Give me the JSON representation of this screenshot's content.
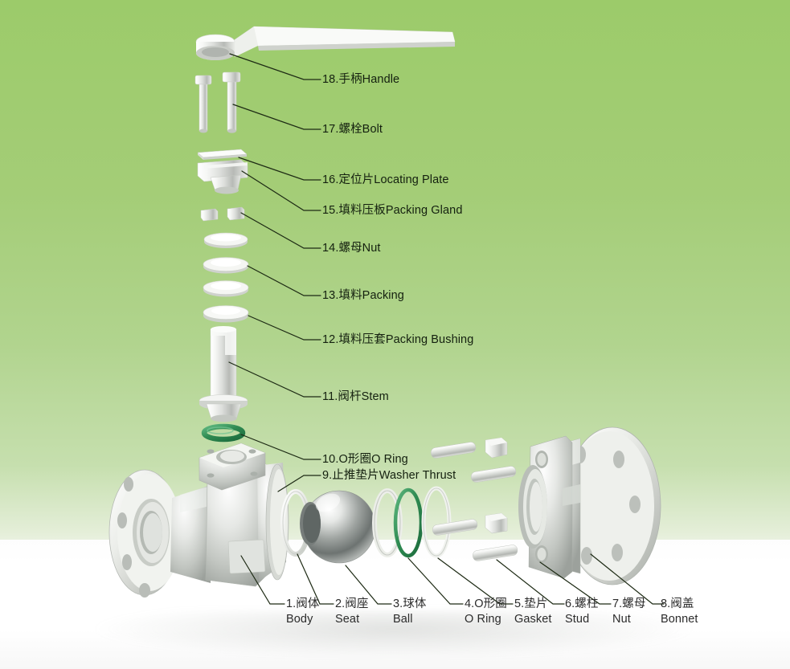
{
  "diagram": {
    "title": "Ball Valve Exploded Assembly Diagram",
    "background_top_color": "#9ccb6a",
    "background_bottom_color": "#ffffff",
    "leader_line_color": "#1d2a14",
    "oring_color": "#2f8b52",
    "metal_color": "#d8dad8"
  },
  "right_labels": [
    {
      "num": "18.",
      "cn": "手柄",
      "en": "Handle"
    },
    {
      "num": "17.",
      "cn": "螺栓",
      "en": "Bolt"
    },
    {
      "num": "16.",
      "cn": "定位片",
      "en": "Locating Plate"
    },
    {
      "num": "15.",
      "cn": "填料压板",
      "en": "Packing Gland"
    },
    {
      "num": "14.",
      "cn": "螺母",
      "en": "Nut"
    },
    {
      "num": "13.",
      "cn": "填料",
      "en": "Packing"
    },
    {
      "num": "12.",
      "cn": "填料压套",
      "en": "Packing Bushing"
    },
    {
      "num": "11.",
      "cn": "阀杆",
      "en": "Stem"
    },
    {
      "num": "10.",
      "cn": "O形圈",
      "en": "O Ring"
    },
    {
      "num": "9.",
      "cn": "止推垫片",
      "en": "Washer Thrust"
    }
  ],
  "bottom_labels": [
    {
      "num": "1.",
      "cn": "阀体",
      "en": "Body"
    },
    {
      "num": "2.",
      "cn": "阀座",
      "en": "Seat"
    },
    {
      "num": "3.",
      "cn": "球体",
      "en": "Ball"
    },
    {
      "num": "4.",
      "cn": "O形圈",
      "en": "O Ring"
    },
    {
      "num": "5.",
      "cn": "垫片",
      "en": "Gasket"
    },
    {
      "num": "6.",
      "cn": "螺柱",
      "en": "Stud"
    },
    {
      "num": "7.",
      "cn": "螺母",
      "en": "Nut"
    },
    {
      "num": "8.",
      "cn": "阀盖",
      "en": "Bonnet"
    }
  ],
  "parts": [
    {
      "id": "handle",
      "name": "Handle lever"
    },
    {
      "id": "bolt-1",
      "name": "Bolt"
    },
    {
      "id": "bolt-2",
      "name": "Bolt"
    },
    {
      "id": "locating-plate",
      "name": "Locating Plate"
    },
    {
      "id": "packing-gland",
      "name": "Packing Gland"
    },
    {
      "id": "nut-a",
      "name": "Nut"
    },
    {
      "id": "nut-b",
      "name": "Nut"
    },
    {
      "id": "packing-1",
      "name": "Packing ring"
    },
    {
      "id": "packing-2",
      "name": "Packing ring"
    },
    {
      "id": "packing-3",
      "name": "Packing ring"
    },
    {
      "id": "packing-bushing",
      "name": "Packing Bushing"
    },
    {
      "id": "stem",
      "name": "Stem"
    },
    {
      "id": "stem-oring",
      "name": "Stem O Ring"
    },
    {
      "id": "body",
      "name": "Valve Body"
    },
    {
      "id": "seat-1",
      "name": "Seat ring"
    },
    {
      "id": "ball",
      "name": "Ball"
    },
    {
      "id": "seat-2",
      "name": "Seat ring"
    },
    {
      "id": "oring-green",
      "name": "O Ring"
    },
    {
      "id": "gasket",
      "name": "Gasket"
    },
    {
      "id": "stud-1",
      "name": "Stud"
    },
    {
      "id": "stud-2",
      "name": "Stud"
    },
    {
      "id": "stud-3",
      "name": "Stud"
    },
    {
      "id": "stud-4",
      "name": "Stud"
    },
    {
      "id": "hex-nut-1",
      "name": "Hex Nut"
    },
    {
      "id": "hex-nut-2",
      "name": "Hex Nut"
    },
    {
      "id": "bonnet",
      "name": "Bonnet"
    }
  ]
}
